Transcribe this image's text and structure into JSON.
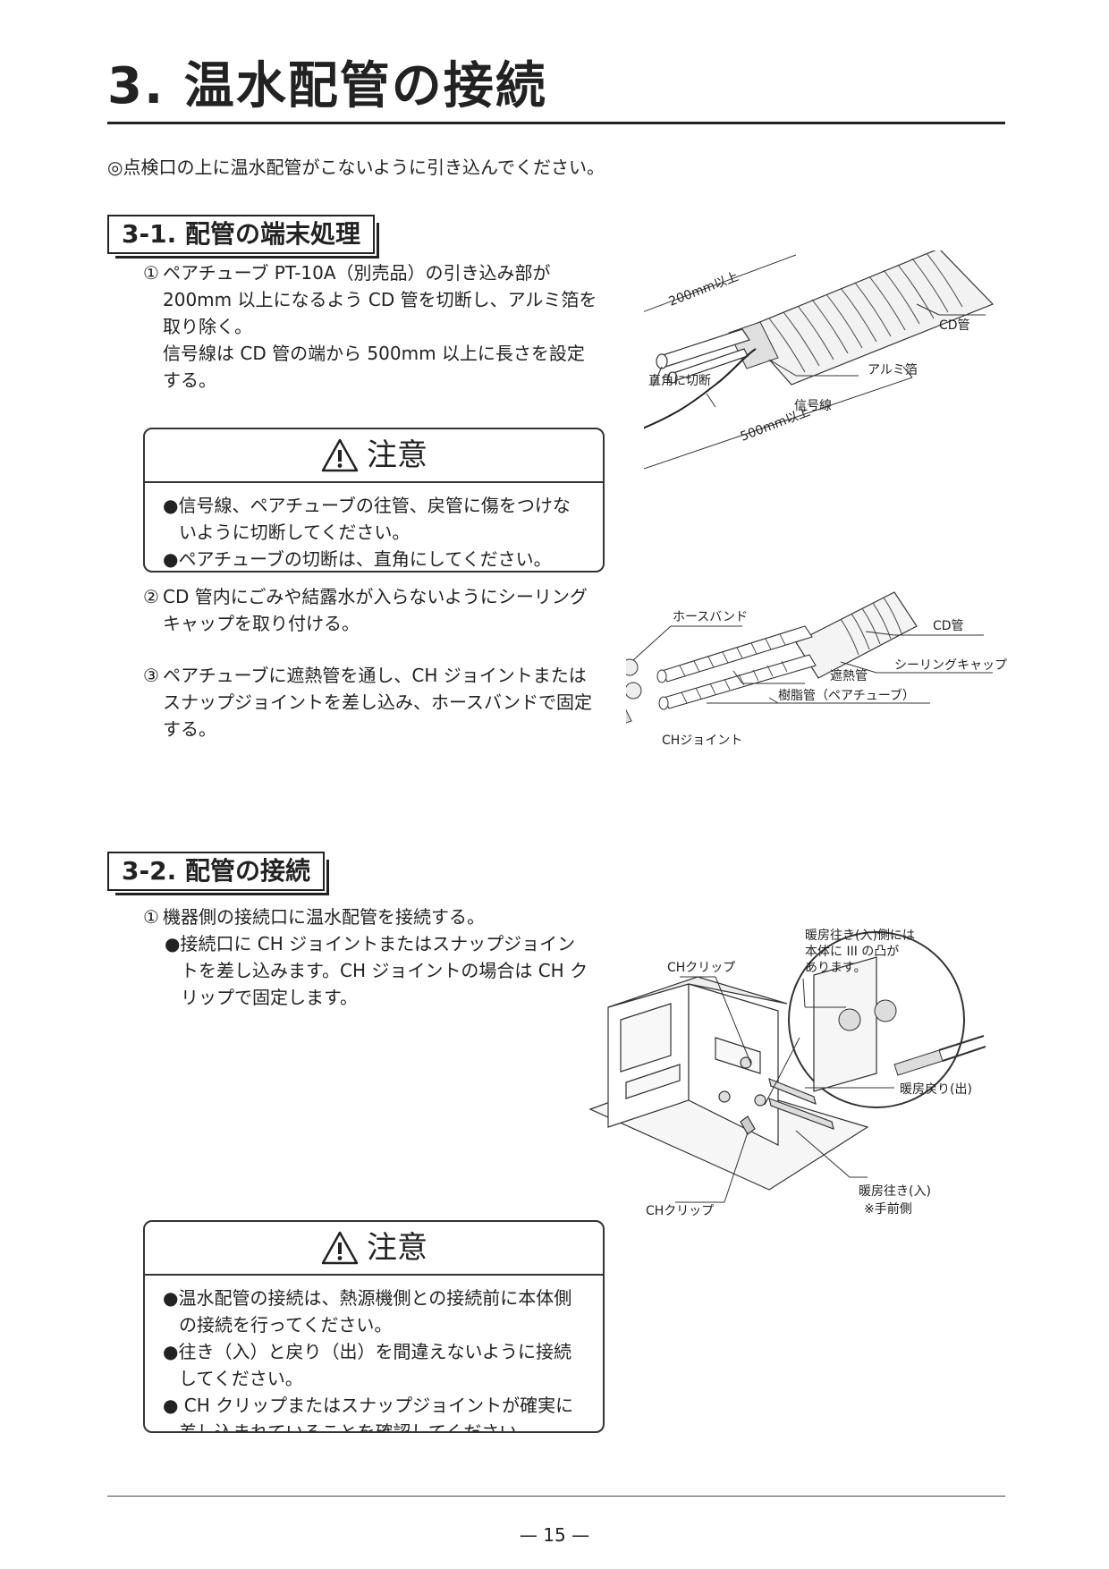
{
  "page": {
    "title": "3. 温水配管の接続",
    "intro": "◎点検口の上に温水配管がこないように引き込んでください。",
    "page_number": "— 15 —"
  },
  "section1": {
    "heading": "3-1. 配管の端末処理",
    "step1": {
      "num": "①",
      "lines": [
        "ペアチューブ PT-10A（別売品）の引き込み部が",
        "200mm 以上になるよう CD 管を切断し、アルミ箔を",
        "取り除く。",
        "信号線は CD 管の端から 500mm 以上に長さを設定",
        "する。"
      ]
    },
    "caution1": {
      "title": "注意",
      "items": [
        "●信号線、ペアチューブの往管、戻管に傷をつけな",
        "いように切断してください。",
        "●ペアチューブの切断は、直角にしてください。"
      ]
    },
    "step2": {
      "num": "②",
      "lines": [
        "CD 管内にごみや結露水が入らないようにシーリング",
        "キャップを取り付ける。"
      ]
    },
    "step3": {
      "num": "③",
      "lines": [
        "ペアチューブに遮熱管を通し、CH ジョイントまたは",
        "スナップジョイントを差し込み、ホースバンドで固定",
        "する。"
      ]
    },
    "diagram1": {
      "label_200": "200mm以上",
      "label_cd": "CD管",
      "label_alumi": "アルミ箔",
      "label_right_angle": "直角に切断",
      "label_signal": "信号線",
      "label_500": "500mm以上"
    },
    "diagram2": {
      "label_hoseband": "ホースバンド",
      "label_cd": "CD管",
      "label_sealing": "シーリングキャップ",
      "label_shield": "遮熱管",
      "label_resin": "樹脂管（ペアチューブ）",
      "label_ch_joint": "CHジョイント"
    }
  },
  "section2": {
    "heading": "3-2. 配管の接続",
    "step1": {
      "num": "①",
      "line1": "機器側の接続口に温水配管を接続する。",
      "bullet": [
        "●接続口に CH ジョイントまたはスナップジョイン",
        "トを差し込みます。CH ジョイントの場合は CH ク",
        "リップで固定します。"
      ]
    },
    "diagram3": {
      "label_ch_clip_top": "CHクリップ",
      "label_note_1": "暖房往き(入)側には",
      "label_note_2": "本体に III の凸が",
      "label_note_3": "あります。",
      "label_return": "暖房戻り(出)",
      "label_ch_clip_bottom": "CHクリップ",
      "label_supply": "暖房往き(入)",
      "label_front": "※手前側"
    },
    "caution2": {
      "title": "注意",
      "items": [
        "●温水配管の接続は、熱源機側との接続前に本体側",
        "の接続を行ってください。",
        "●往き（入）と戻り（出）を間違えないように接続",
        "してください。",
        "● CH クリップまたはスナップジョイントが確実に",
        "差し込まれていることを確認してください。"
      ]
    }
  }
}
